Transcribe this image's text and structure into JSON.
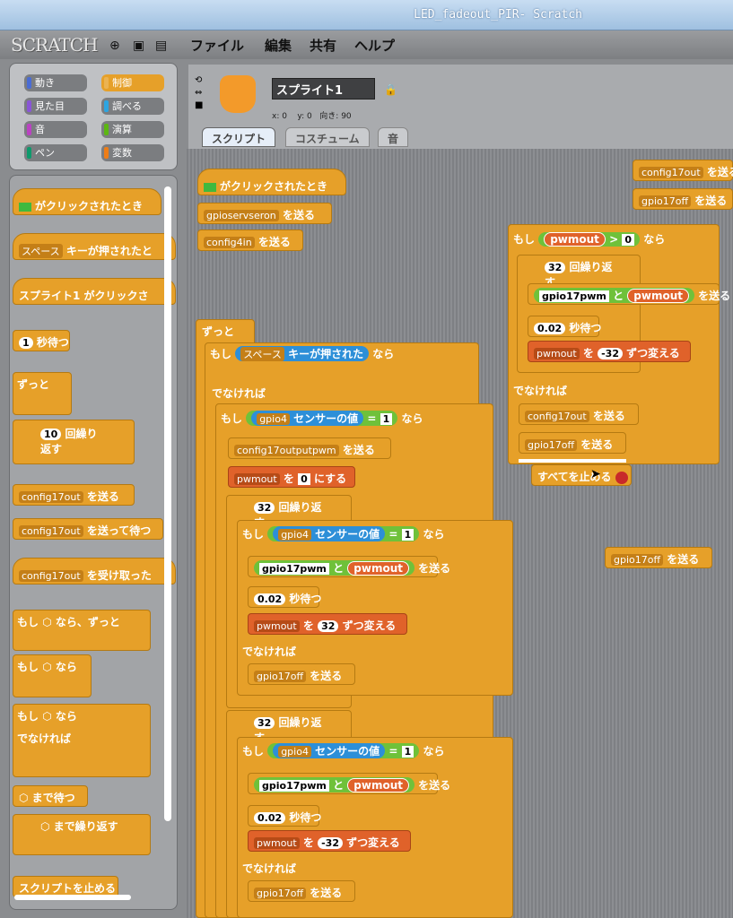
{
  "window": {
    "title": "LED_fadeout_PIR- Scratch"
  },
  "menu": {
    "logo": "SCRATCH",
    "items": [
      "ファイル",
      "編集",
      "共有",
      "ヘルプ"
    ]
  },
  "categories": [
    {
      "label": "動き",
      "color": "#4a6cd4"
    },
    {
      "label": "制御",
      "color": "#e6a029",
      "selected": true
    },
    {
      "label": "見た目",
      "color": "#8a55d7"
    },
    {
      "label": "調べる",
      "color": "#2ca5e2"
    },
    {
      "label": "音",
      "color": "#bb42c3"
    },
    {
      "label": "演算",
      "color": "#5cb712"
    },
    {
      "label": "ペン",
      "color": "#0e9a6c"
    },
    {
      "label": "変数",
      "color": "#ee7d16"
    }
  ],
  "palette": [
    "がクリックされたとき",
    "スペース",
    "キーが押されたと",
    "スプライト1 がクリックさ",
    "1",
    "秒待つ",
    "ずっと",
    "10",
    "回繰り返す",
    "config17out",
    "を送る",
    "config17out",
    "を送って待つ",
    "config17out",
    "を受け取った",
    "もし",
    "なら、ずっと",
    "もし",
    "なら",
    "もし",
    "なら",
    "でなければ",
    "まで待つ",
    "まで繰り返す",
    "スクリプトを止める"
  ],
  "sprite": {
    "name": "スプライト1",
    "x": "x: 0",
    "y": "y: 0",
    "dir": "向き: 90"
  },
  "tabs": [
    "スクリプト",
    "コスチューム",
    "音"
  ],
  "t": {
    "when": "がクリックされたとき",
    "send": "を送る",
    "forever": "ずっと",
    "if": "もし",
    "then": "なら",
    "else": "でなければ",
    "keyp": "キーが押された",
    "space": "スペース",
    "sensor": "センサーの値",
    "gpio4": "gpio4",
    "eq": "=",
    "one": "1",
    "cfg17pwm": "config17outputpwm",
    "pwmout": "pwmout",
    "setto": "を",
    "zero": "0",
    "set": "にする",
    "repeat": "回繰り返す",
    "n32": "32",
    "gp17pwm": "gpio17pwm",
    "and": "と",
    "wait": "秒待つ",
    "n002": "0.02",
    "chg": "ずつ変える",
    "m32": "-32",
    "gp17off": "gpio17off",
    "gpioserv": "gpioservseron",
    "cfg4in": "config4in",
    "cfg17out": "config17out",
    "gt": ">",
    "stopall": "すべてを止める"
  }
}
